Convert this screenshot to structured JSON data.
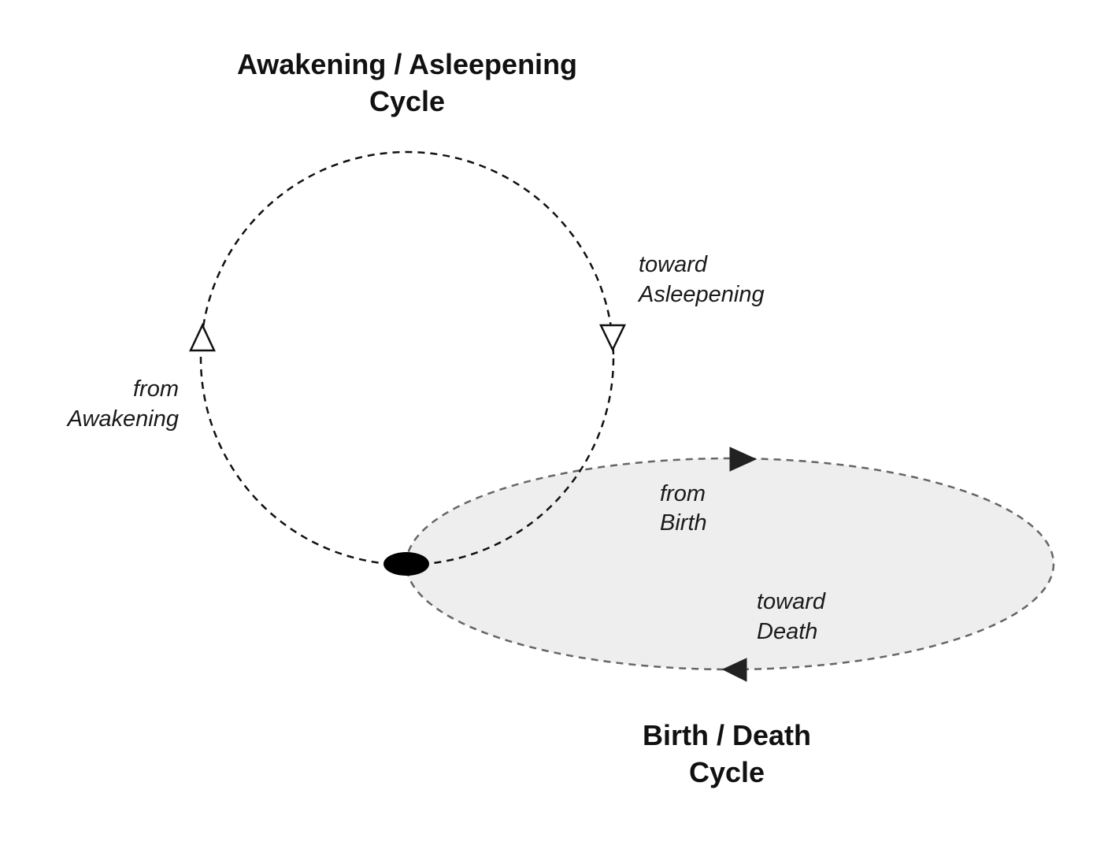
{
  "colors": {
    "cycle_stroke": "#111111",
    "ellipse_stroke": "#666666",
    "ellipse_fill": "#eeeeee",
    "marker_fill": "#000000",
    "arrow_dark": "#222222"
  },
  "awakening_cycle": {
    "title_line1": "Awakening / Asleepening",
    "title_line2": "Cycle",
    "left_label": {
      "line1": "from",
      "line2": "Awakening"
    },
    "right_label": {
      "line1": "toward",
      "line2": "Asleepening"
    },
    "left_arrow_icon": "hollow-up-triangle-icon",
    "right_arrow_icon": "hollow-down-triangle-icon"
  },
  "birth_cycle": {
    "title_line1": "Birth / Death",
    "title_line2": "Cycle",
    "top_label": {
      "line1": "from",
      "line2": "Birth"
    },
    "bottom_label": {
      "line1": "toward",
      "line2": "Death"
    },
    "top_arrow_icon": "solid-right-triangle-icon",
    "bottom_arrow_icon": "solid-left-triangle-icon"
  },
  "junction_icon": "black-ellipse-icon"
}
